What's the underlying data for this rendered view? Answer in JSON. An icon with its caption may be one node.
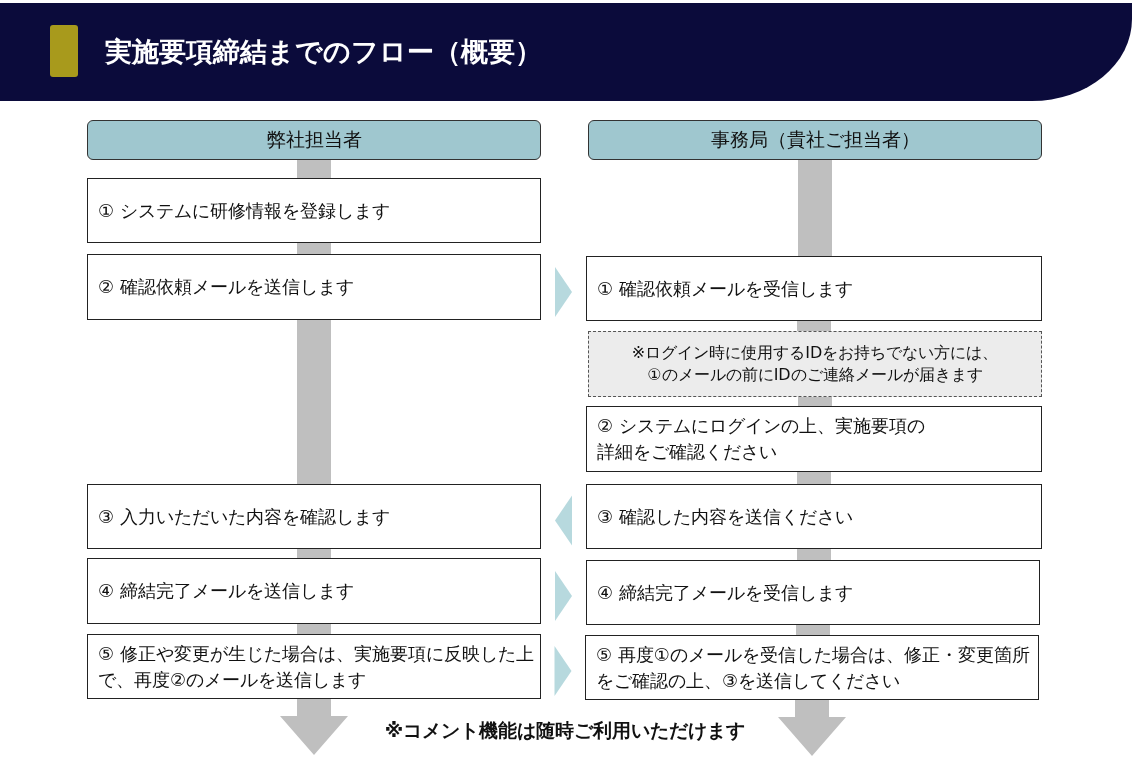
{
  "diagram": {
    "title": "実施要項締結までのフロー（概要）",
    "nodes": [
      {
        "text": [
          "弊社担当者"
        ]
      },
      {
        "text": [
          "事務局（貴社ご担当者）"
        ]
      },
      {
        "text": [
          "① システムに研修情報を登録します"
        ]
      },
      {
        "text": [
          "② 確認依頼メールを送信します"
        ]
      },
      {
        "text": [
          "① 確認依頼メールを受信します"
        ]
      },
      {
        "text": [
          "※ログイン時に使用するIDをお持ちでない方には、①のメールの前にIDのご連絡メールが届きます"
        ]
      },
      {
        "text": [
          "② システムにログインの上、実施要項の詳細をご確認ください"
        ]
      },
      {
        "text": [
          "③ 入力いただいた内容を確認します"
        ]
      },
      {
        "text": [
          "③ 確認した内容を送信ください"
        ]
      },
      {
        "text": [
          "④ 締結完了メールを送信します"
        ]
      },
      {
        "text": [
          "④ 締結完了メールを受信します"
        ]
      },
      {
        "text": [
          "⑤ 修正や変更が生じた場合は、実施要項に反映した上で、再度②のメールを送信します"
        ]
      },
      {
        "text": [
          "⑤ 再度①のメールを受信した場合は、修正・変更箇所をご確認の上、③を送信してください"
        ]
      }
    ],
    "edges": [
      {
        "from": 0,
        "to": 2,
        "arrow": "none",
        "style": "thick"
      },
      {
        "from": 2,
        "to": 3,
        "arrow": "none",
        "style": "thick"
      },
      {
        "from": 3,
        "to": 7,
        "arrow": "none",
        "style": "thick"
      },
      {
        "from": 7,
        "to": 9,
        "arrow": "none",
        "style": "thick"
      },
      {
        "from": 9,
        "to": 11,
        "arrow": "none",
        "style": "thick"
      },
      {
        "from": 11,
        "to": null,
        "arrow": "to",
        "style": "thick"
      },
      {
        "from": 1,
        "to": 4,
        "arrow": "none",
        "style": "thick"
      },
      {
        "from": 4,
        "to": 5,
        "arrow": "none",
        "style": "thick"
      },
      {
        "from": 5,
        "to": 6,
        "arrow": "none",
        "style": "thick"
      },
      {
        "from": 6,
        "to": 8,
        "arrow": "none",
        "style": "thick"
      },
      {
        "from": 8,
        "to": 10,
        "arrow": "none",
        "style": "thick"
      },
      {
        "from": 10,
        "to": 12,
        "arrow": "none",
        "style": "thick"
      },
      {
        "from": 12,
        "to": null,
        "arrow": "to",
        "style": "thick"
      },
      {
        "from": 3,
        "to": 4,
        "arrow": "to",
        "color": "#b7d9de"
      },
      {
        "from": 8,
        "to": 7,
        "arrow": "to",
        "color": "#b7d9de"
      },
      {
        "from": 9,
        "to": 10,
        "arrow": "to",
        "color": "#b7d9de"
      },
      {
        "from": 11,
        "to": 12,
        "arrow": "to",
        "color": "#b7d9de"
      }
    ],
    "labels": [
      "※コメント機能は随時ご利用いただけます"
    ]
  }
}
